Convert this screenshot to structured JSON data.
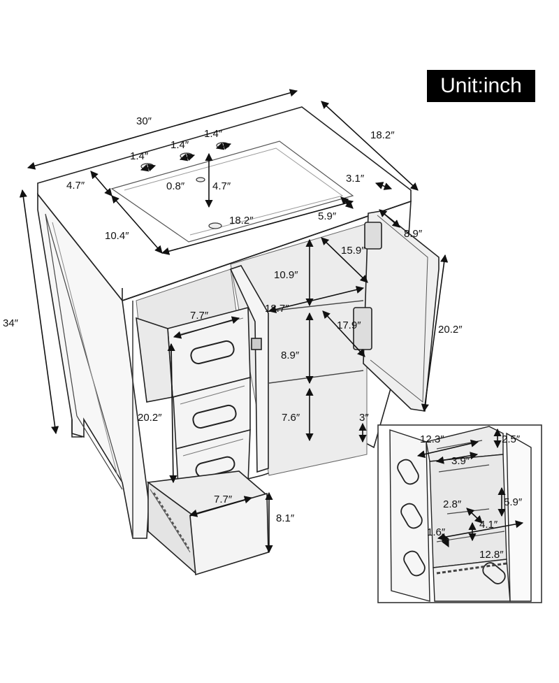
{
  "unit_label": "Unit:inch",
  "dimensions": {
    "overall_width": "30″",
    "overall_depth": "18.2″",
    "overall_height": "34″",
    "faucet_hole_left": "1.4″",
    "faucet_hole_mid": "1.4″",
    "faucet_hole_right": "1.4″",
    "top_edge_left": "4.7″",
    "basin_to_hole": "4.7″",
    "hole_diameter": "0.8″",
    "basin_width": "18.2″",
    "basin_depth": "10.4″",
    "top_edge_right": "3.1″",
    "basin_right_margin": "5.9″",
    "door_width": "8.9″",
    "cabinet_upper_depth": "15.9″",
    "cabinet_upper_height": "10.9″",
    "cabinet_width": "18.7″",
    "cabinet_lower_depth": "17.9″",
    "door_height": "20.2″",
    "drawer_inner_width": "7.7″",
    "shelf_height": "8.9″",
    "drawer_stack_height": "20.2″",
    "bottom_shelf_height": "7.6″",
    "leg_height": "3″",
    "bottom_drawer_width": "7.7″",
    "bottom_drawer_height": "8.1″",
    "detail_drawer_depth": "12.3″",
    "detail_tray_depth": "2.5″",
    "detail_tray_width": "3.9″",
    "detail_insert_width": "2.8″",
    "detail_drawer_height": "5.9″",
    "detail_divider_height": "1.6″",
    "detail_compartment": "4.1″",
    "detail_slide_length": "12.8″"
  }
}
